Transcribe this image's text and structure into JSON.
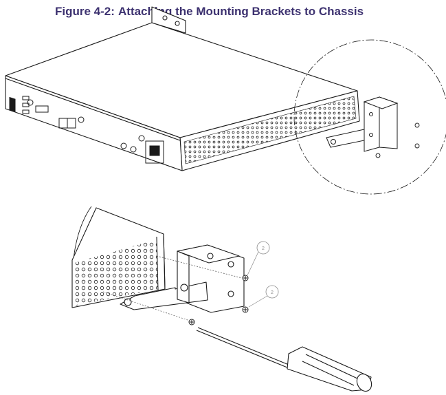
{
  "figure": {
    "number": "Figure 4-2:",
    "title": "Attaching the Mounting Brackets to Chassis"
  },
  "callouts": [
    "2",
    "2"
  ],
  "colors": {
    "caption": "#3d3270",
    "line": "#1a1a1a",
    "callout": "#8a8a8a"
  }
}
